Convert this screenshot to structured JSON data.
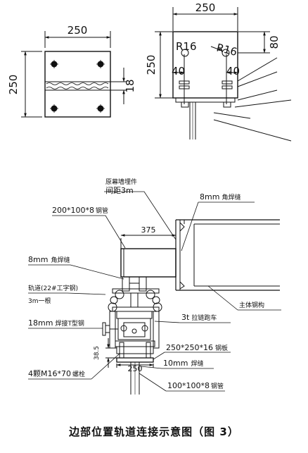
{
  "top_left": {
    "width_dim": "250",
    "height_dim": "250",
    "weld_dim": "18"
  },
  "top_right": {
    "width_dim": "250",
    "height_dim": "250",
    "offset_dim": "80",
    "radius_left": "R16",
    "radius_right": "R16",
    "edge_left": "40",
    "edge_right": "40"
  },
  "main": {
    "embed_note_line1": "原幕墙埋件",
    "embed_note_line2": "间距3m",
    "pipe_top": "200*100*8",
    "pipe_top_suffix": "钢管",
    "fillet_right_size": "8mm",
    "fillet_right_suffix": "角焊缝",
    "span_dim": "375",
    "fillet_left_size": "8mm",
    "fillet_left_suffix": "角焊缝",
    "rail_line1_a": "轨道(22#",
    "rail_line1_b": "工字钢",
    "rail_line1_c": ")",
    "rail_line2": "3m一根",
    "weld_t": "18mm",
    "weld_t_suffix": "焊接T型钢",
    "hoist": "3t",
    "hoist_suffix": "拉链跑车",
    "main_steel": "主体钢构",
    "dim_38": "38.5",
    "plate_w": "250",
    "plate": "250*250*16",
    "plate_suffix": "钢板",
    "bolts_a": "4颗M16*70",
    "bolts_b": "螺栓",
    "weld_10": "10mm",
    "weld_10_suffix": "焊缝",
    "pipe_bottom": "100*100*8",
    "pipe_bottom_suffix": "钢管"
  },
  "caption": "边部位置轨道连接示意图（图 3）"
}
